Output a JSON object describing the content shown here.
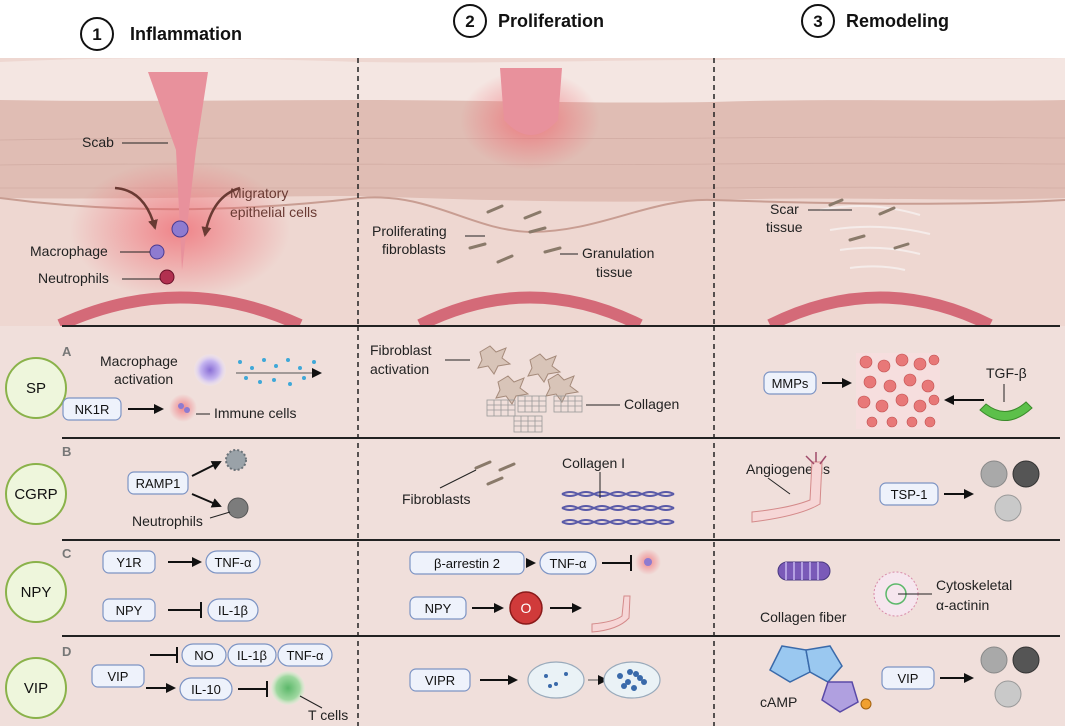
{
  "stages": [
    {
      "number": "1",
      "title": "Inflammation"
    },
    {
      "number": "2",
      "title": "Proliferation"
    },
    {
      "number": "3",
      "title": "Remodeling"
    }
  ],
  "wound": {
    "scab": "Scab",
    "migratory_1": "Migratory",
    "migratory_2": "epithelial cells",
    "macrophage": "Macrophage",
    "neutrophils": "Neutrophils",
    "prolif_1": "Proliferating",
    "prolif_2": "fibroblasts",
    "gran_1": "Granulation",
    "gran_2": "tissue",
    "scar_1": "Scar",
    "scar_2": "tissue"
  },
  "rows": [
    {
      "letter": "A",
      "name": "SP"
    },
    {
      "letter": "B",
      "name": "CGRP"
    },
    {
      "letter": "C",
      "name": "NPY"
    },
    {
      "letter": "D",
      "name": "VIP"
    }
  ],
  "sp": {
    "mac_act_1": "Macrophage",
    "mac_act_2": "activation",
    "nk1r": "NK1R",
    "immune": "Immune cells",
    "fib_act_1": "Fibroblast",
    "fib_act_2": "activation",
    "collagen": "Collagen",
    "mmps": "MMPs",
    "tgfb": "TGF-β"
  },
  "cgrp": {
    "ramp1": "RAMP1",
    "neutrophils": "Neutrophils",
    "fibroblasts": "Fibroblasts",
    "collagen1": "Collagen I",
    "angiogenesis": "Angiogenesis",
    "tsp1": "TSP-1"
  },
  "npy": {
    "y1r": "Y1R",
    "tnfa": "TNF-α",
    "npy": "NPY",
    "il1b": "IL-1β",
    "barr2": "β-arrestin 2",
    "tnfa2": "TNF-α",
    "npy2": "NPY",
    "o": "O",
    "collagen_fiber": "Collagen fiber",
    "cyto_1": "Cytoskeletal",
    "cyto_2": "α-actinin"
  },
  "vip": {
    "vip": "VIP",
    "no": "NO",
    "il1b": "IL-1β",
    "tnfa": "TNF-α",
    "il10": "IL-10",
    "tcells": "T cells",
    "vipr": "VIPR",
    "camp": "cAMP",
    "vip2": "VIP"
  }
}
